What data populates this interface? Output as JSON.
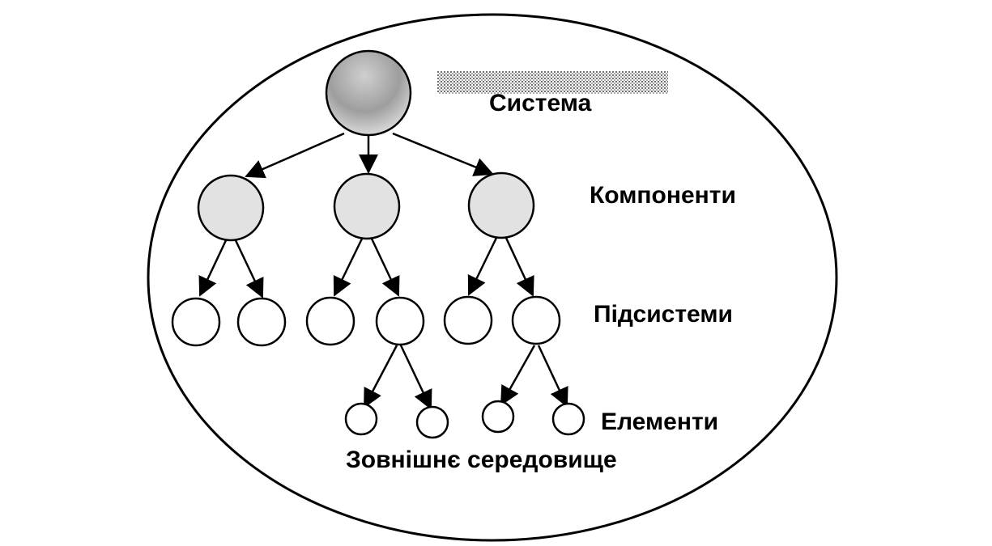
{
  "labels": {
    "system": "Система",
    "components": "Компоненти",
    "subsystems": "Підсистеми",
    "elements": "Елементи",
    "environment": "Зовнішнє середовище"
  },
  "tree": {
    "root": "system",
    "levels": [
      "system",
      "components",
      "subsystems",
      "elements"
    ],
    "edges": [
      [
        "system",
        "component-1"
      ],
      [
        "system",
        "component-2"
      ],
      [
        "system",
        "component-3"
      ],
      [
        "component-1",
        "subsystem-1"
      ],
      [
        "component-1",
        "subsystem-2"
      ],
      [
        "component-2",
        "subsystem-3"
      ],
      [
        "component-2",
        "subsystem-4"
      ],
      [
        "component-3",
        "subsystem-5"
      ],
      [
        "component-3",
        "subsystem-6"
      ],
      [
        "subsystem-4",
        "element-1"
      ],
      [
        "subsystem-4",
        "element-2"
      ],
      [
        "subsystem-6",
        "element-3"
      ],
      [
        "subsystem-6",
        "element-4"
      ]
    ]
  },
  "colors": {
    "stroke": "#000000",
    "root_fill": "#bfbfbf",
    "component_fill": "#e2e2e2",
    "node_fill": "#ffffff",
    "highlight_bar": "#8c8c8c"
  }
}
